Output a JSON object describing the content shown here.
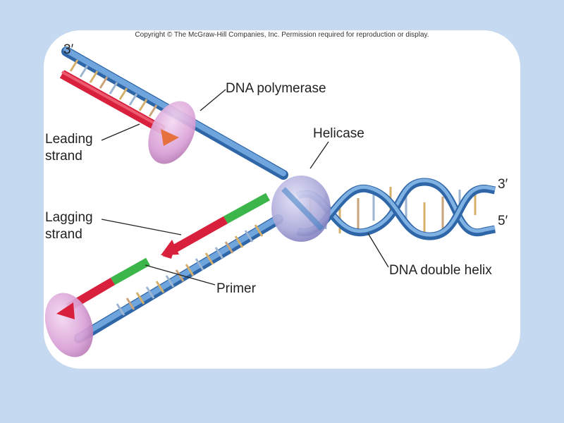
{
  "copyright": "Copyright © The McGraw-Hill Companies, Inc. Permission required for reproduction or display.",
  "labels": {
    "dna_polymerase": "DNA polymerase",
    "helicase": "Helicase",
    "leading_strand": [
      "Leading",
      "strand"
    ],
    "lagging_strand": [
      "Lagging",
      "strand"
    ],
    "primer": "Primer",
    "double_helix": "DNA double helix"
  },
  "ends": {
    "top_left": "3′",
    "right_top": "3′",
    "right_bottom": "5′"
  },
  "colors": {
    "background": "#c5d9f1",
    "backbone": "#4a86c8",
    "new_strand": "#d8203c",
    "primer": "#3cb54a",
    "enzyme": "#d9a0d6",
    "helicase": "#a9a7d8"
  }
}
